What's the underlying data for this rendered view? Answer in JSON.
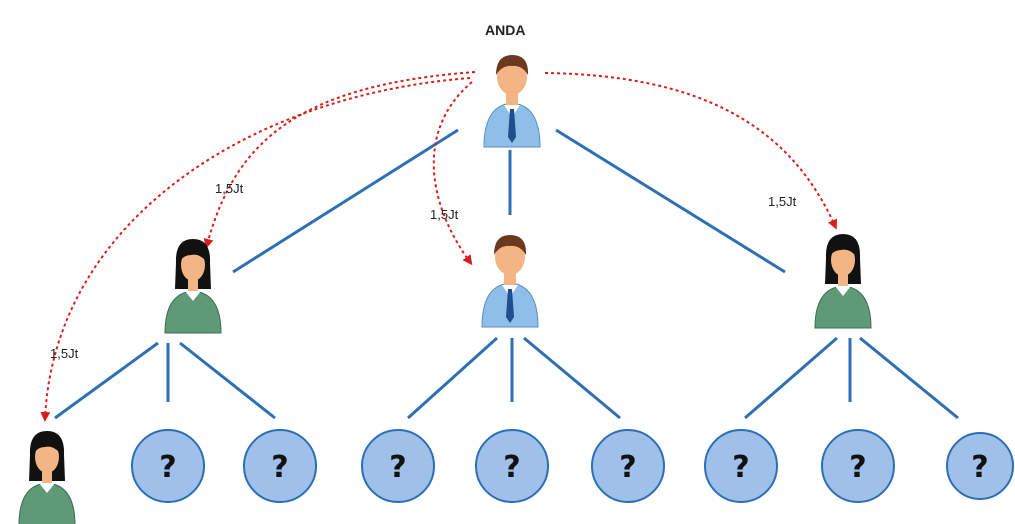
{
  "top_label": "ANDA",
  "amounts": [
    "1,5Jt",
    "1,5Jt",
    "1,5Jt",
    "1,5Jt"
  ],
  "unknown_symbol": "?",
  "colors": {
    "line": "#2f6fb3",
    "arrow": "#d62020",
    "circle_fill": "#9fc0e8",
    "circle_stroke": "#2d6fb5",
    "shirt_blue": "#8fbfe8",
    "shirt_green": "#5f9a78",
    "skin": "#f2b583",
    "hair_male": "#6b3a1e",
    "hair_female": "#111111"
  },
  "icons": [
    "person-male-icon",
    "person-female-icon",
    "person-male-icon",
    "person-female-icon",
    "person-female-icon"
  ]
}
